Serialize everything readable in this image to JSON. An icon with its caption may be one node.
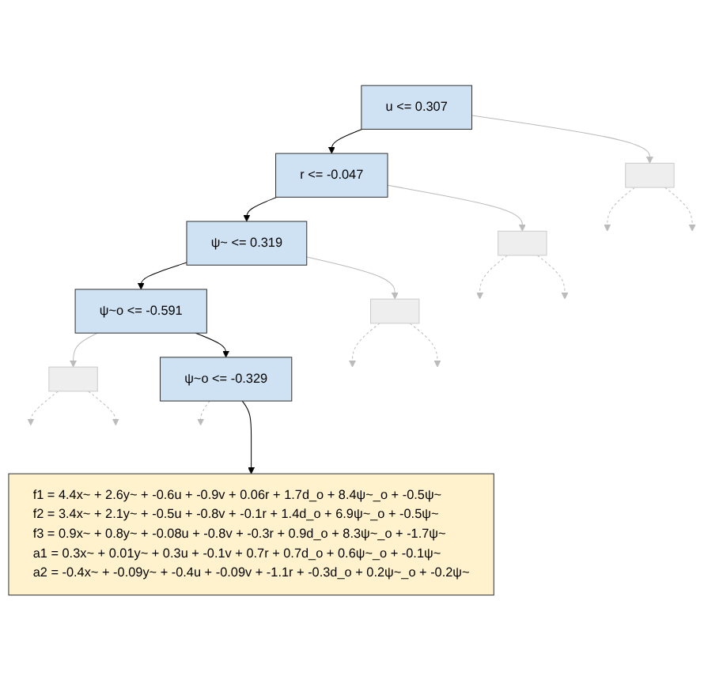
{
  "diagram": {
    "nodes": [
      {
        "text": [
          "u <= 0.307"
        ]
      },
      {
        "text": [
          "r <= -0.047"
        ]
      },
      {
        "text": [],
        "shape": "box"
      },
      {
        "text": [],
        "shape": "box"
      },
      {
        "text": [
          "ψ~ <= 0.319"
        ]
      },
      {
        "text": [],
        "shape": "box"
      },
      {
        "text": [
          "ψ~o <= -0.591"
        ]
      },
      {
        "text": [],
        "shape": "box"
      },
      {
        "text": [
          "ψ~o <= -0.329"
        ]
      },
      {
        "text": [
          "f1 = 4.4x~ + 2.6y~ + -0.6u + -0.9v + 0.06r + 1.7d_o + 8.4ψ~_o + -0.5ψ~",
          "f2 = 3.4x~ + 2.1y~ + -0.5u + -0.8v + -0.1r + 1.4d_o + 6.9ψ~_o + -0.5ψ~",
          "f3 = 0.9x~ + 0.8y~ + -0.08u + -0.8v + -0.3r + 0.9d_o + 8.3ψ~_o + -1.7ψ~",
          "a1 = 0.3x~ + 0.01y~ + 0.3u + -0.1v + 0.7r + 0.7d_o + 0.6ψ~_o + -0.1ψ~",
          "a2 = -0.4x~ + -0.09y~ + -0.4u + -0.09v + -1.1r + -0.3d_o + 0.2ψ~_o + -0.2ψ~"
        ]
      }
    ],
    "edges": [
      {
        "from": 0,
        "to": 1,
        "arrow": "to",
        "color": "#000000"
      },
      {
        "from": 0,
        "to": 2,
        "arrow": "to"
      },
      {
        "from": 2,
        "to": null,
        "arrow": "to",
        "style": "dashed"
      },
      {
        "from": 2,
        "to": null,
        "arrow": "to",
        "style": "dashed"
      },
      {
        "from": 1,
        "to": 3,
        "arrow": "to"
      },
      {
        "from": 1,
        "to": 4,
        "arrow": "to",
        "color": "#000000"
      },
      {
        "from": 3,
        "to": null,
        "arrow": "to",
        "style": "dashed"
      },
      {
        "from": 3,
        "to": null,
        "arrow": "to",
        "style": "dashed"
      },
      {
        "from": 4,
        "to": 5,
        "arrow": "to"
      },
      {
        "from": 4,
        "to": 6,
        "arrow": "to",
        "color": "#000000"
      },
      {
        "from": 5,
        "to": null,
        "arrow": "to",
        "style": "dashed"
      },
      {
        "from": 5,
        "to": null,
        "arrow": "to",
        "style": "dashed"
      },
      {
        "from": 6,
        "to": 7,
        "arrow": "to"
      },
      {
        "from": 6,
        "to": 8,
        "arrow": "to",
        "color": "#000000"
      },
      {
        "from": 7,
        "to": null,
        "arrow": "to",
        "style": "dashed"
      },
      {
        "from": 7,
        "to": null,
        "arrow": "to",
        "style": "dashed"
      },
      {
        "from": 8,
        "to": 9,
        "arrow": "to",
        "color": "#000000"
      },
      {
        "from": 8,
        "to": null,
        "arrow": "to",
        "style": "dashed"
      }
    ]
  }
}
